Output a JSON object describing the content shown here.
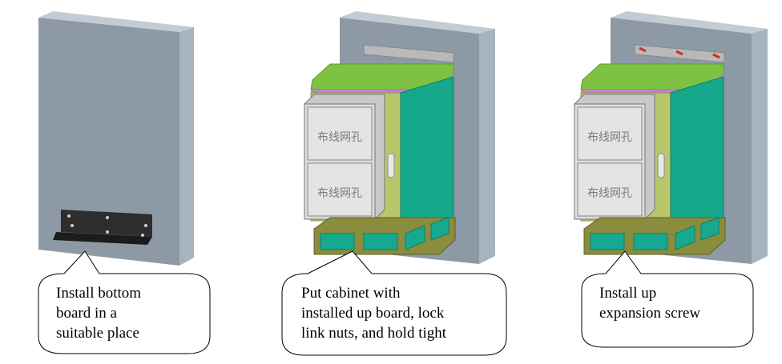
{
  "steps": [
    {
      "caption_lines": [
        "Install bottom",
        "board in a",
        "suitable place"
      ]
    },
    {
      "caption_lines": [
        "Put cabinet with",
        "installed up board, lock",
        "link nuts, and hold tight"
      ],
      "panel_labels": [
        "布线网孔",
        "布线网孔"
      ]
    },
    {
      "caption_lines": [
        "Install up",
        "expansion screw"
      ],
      "panel_labels": [
        "布线网孔",
        "布线网孔"
      ]
    }
  ],
  "colors": {
    "wall_front": "#8d9aa5",
    "wall_side": "#a7b3bd",
    "wall_top": "#c3ccd3",
    "cabinet_top": "#7dc242",
    "cabinet_front": "#b9c76a",
    "cabinet_side": "#16a88b",
    "base_frame": "#8a8c3e",
    "base_panel": "#17a890",
    "door_panel": "#dddddd",
    "bracket": "#2e2e2e",
    "screw_marker": "#d22b2b"
  }
}
